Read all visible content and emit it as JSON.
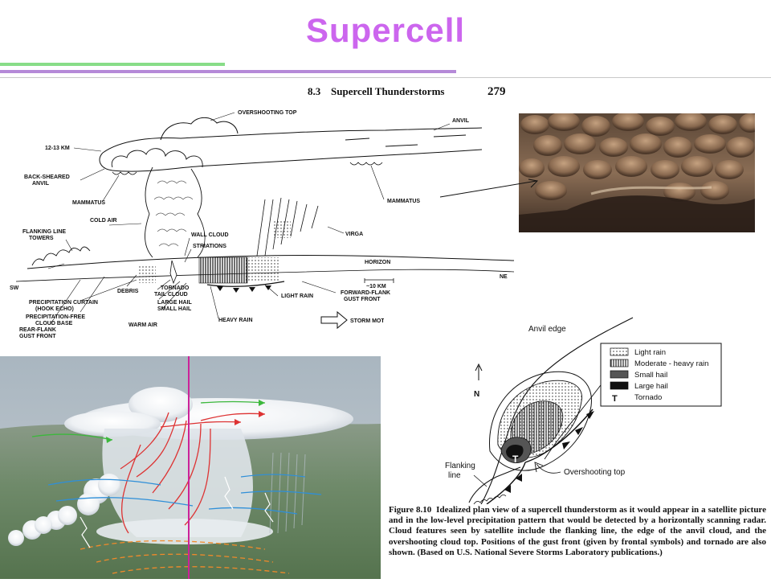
{
  "slide": {
    "title": "Supercell"
  },
  "top_diagram": {
    "section": "8.3",
    "section_title": "Supercell Thunderstorms",
    "page_number": "279",
    "labels": {
      "overshooting_top": "OVERSHOOTING TOP",
      "anvil": "ANVIL",
      "height": "12-13 KM",
      "back_sheared_anvil_1": "BACK-SHEARED",
      "back_sheared_anvil_2": "ANVIL",
      "mammatus_left": "MAMMATUS",
      "mammatus_right": "MAMMATUS",
      "cold_air": "COLD AIR",
      "flanking_line_1": "FLANKING LINE",
      "flanking_line_2": "TOWERS",
      "wall_cloud": "WALL CLOUD",
      "striations": "STRIATIONS",
      "virga": "VIRGA",
      "horizon": "HORIZON",
      "sw": "SW",
      "ne": "NE",
      "scale": "~10 KM",
      "debris": "DEBRIS",
      "tornado_1": "TORNADO",
      "tornado_2": "TAIL CLOUD",
      "large_hail": "LARGE HAIL",
      "small_hail": "SMALL HAIL",
      "light_rain": "LIGHT RAIN",
      "forward_flank_1": "FORWARD-FLANK",
      "forward_flank_2": "GUST FRONT",
      "precip_curtain_1": "PRECIPITATION CURTAIN",
      "precip_curtain_2": "(HOOK ECHO)",
      "precip_free_1": "PRECIPITATION-FREE",
      "precip_free_2": "CLOUD BASE",
      "heavy_rain": "HEAVY RAIN",
      "warm_air": "WARM AIR",
      "rear_flank_1": "REAR-FLANK",
      "rear_flank_2": "GUST FRONT",
      "storm_motion": "STORM MOTION"
    }
  },
  "plan_view": {
    "anvil_edge": "Anvil edge",
    "north": "N",
    "overshooting_top": "Overshooting top",
    "flanking_line_1": "Flanking",
    "flanking_line_2": "line",
    "legend": [
      {
        "label": "Light rain",
        "symbol": "dots"
      },
      {
        "label": "Moderate - heavy rain",
        "symbol": "vertical-lines"
      },
      {
        "label": "Small hail",
        "symbol": "dark-gray"
      },
      {
        "label": "Large hail",
        "symbol": "black"
      },
      {
        "label": "Tornado",
        "symbol": "T"
      }
    ],
    "caption_lead": "Figure 8.10",
    "caption_text": "Idealized plan view of a supercell thunderstorm as it would appear in a satellite picture and in the low-level precipitation pattern that would be detected by a horizontally scanning radar. Cloud features seen by satellite include the flanking line, the edge of the anvil cloud, and the overshooting cloud top. Positions of the gust front (given by frontal symbols) and tornado are also shown. (Based on U.S. National Severe Storms Laboratory publications.)"
  },
  "colors": {
    "title": "#cc66ee",
    "rule_green": "#88dd88",
    "rule_purple": "#b58ad8",
    "updraft_red": "#dd3333",
    "inflow_blue": "#2f8fd8",
    "inflow_green": "#3cb83c",
    "orange_dashed": "#f08a2a",
    "magenta_line": "#cc2299"
  }
}
